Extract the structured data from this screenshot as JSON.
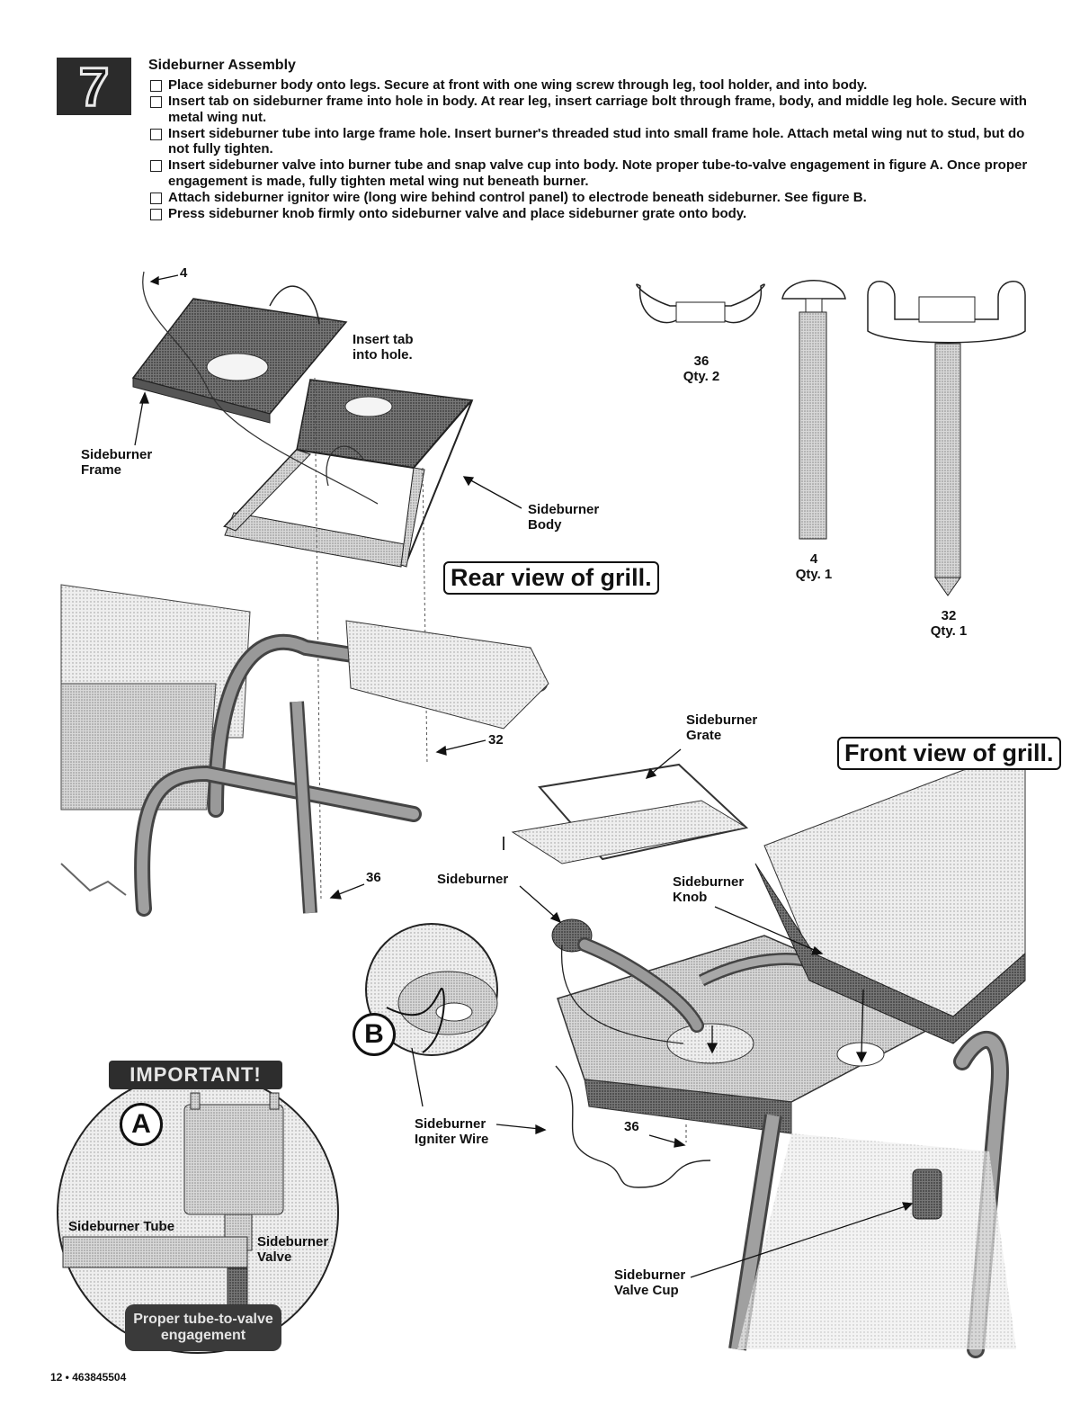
{
  "step": {
    "number": "7",
    "title": "Sideburner Assembly",
    "instructions": [
      "Place sideburner body onto legs. Secure at front with one wing screw through leg, tool holder, and into body.",
      "Insert tab on sideburner frame into hole in body. At rear leg, insert carriage bolt through frame, body, and middle leg hole. Secure with metal wing nut.",
      "Insert sideburner tube into large frame hole. Insert burner's threaded stud into small frame hole. Attach metal wing nut to stud, but do not fully tighten.",
      "Insert sideburner valve into burner tube and snap valve cup into body. Note proper tube-to-valve engagement in figure A. Once proper engagement is made, fully tighten metal wing nut beneath burner.",
      "Attach sideburner ignitor wire (long wire behind control panel) to electrode beneath sideburner. See figure B.",
      "Press sideburner knob firmly onto sideburner valve and place sideburner grate onto body."
    ]
  },
  "rear_view": {
    "callout": "Rear view of grill.",
    "label_4": "4",
    "label_insert_tab": "Insert tab\ninto hole.",
    "label_frame": "Sideburner\nFrame",
    "label_body": "Sideburner\nBody",
    "label_32": "32",
    "label_36": "36"
  },
  "hardware": [
    {
      "number": "36",
      "qty": "Qty. 2"
    },
    {
      "number": "4",
      "qty": "Qty. 1"
    },
    {
      "number": "32",
      "qty": "Qty. 1"
    }
  ],
  "front_view": {
    "callout": "Front view of grill.",
    "label_grate": "Sideburner\nGrate",
    "label_sideburner": "Sideburner",
    "label_knob": "Sideburner\nKnob",
    "label_igniter": "Sideburner\nIgniter Wire",
    "label_36": "36",
    "label_valve_cup": "Sideburner\nValve Cup",
    "figure_b": "B"
  },
  "figure_a": {
    "important": "IMPORTANT!",
    "letter": "A",
    "label_tube": "Sideburner Tube",
    "label_valve": "Sideburner\nValve",
    "engagement": "Proper tube-to-valve\nengagement"
  },
  "footer": "12 • 463845504"
}
